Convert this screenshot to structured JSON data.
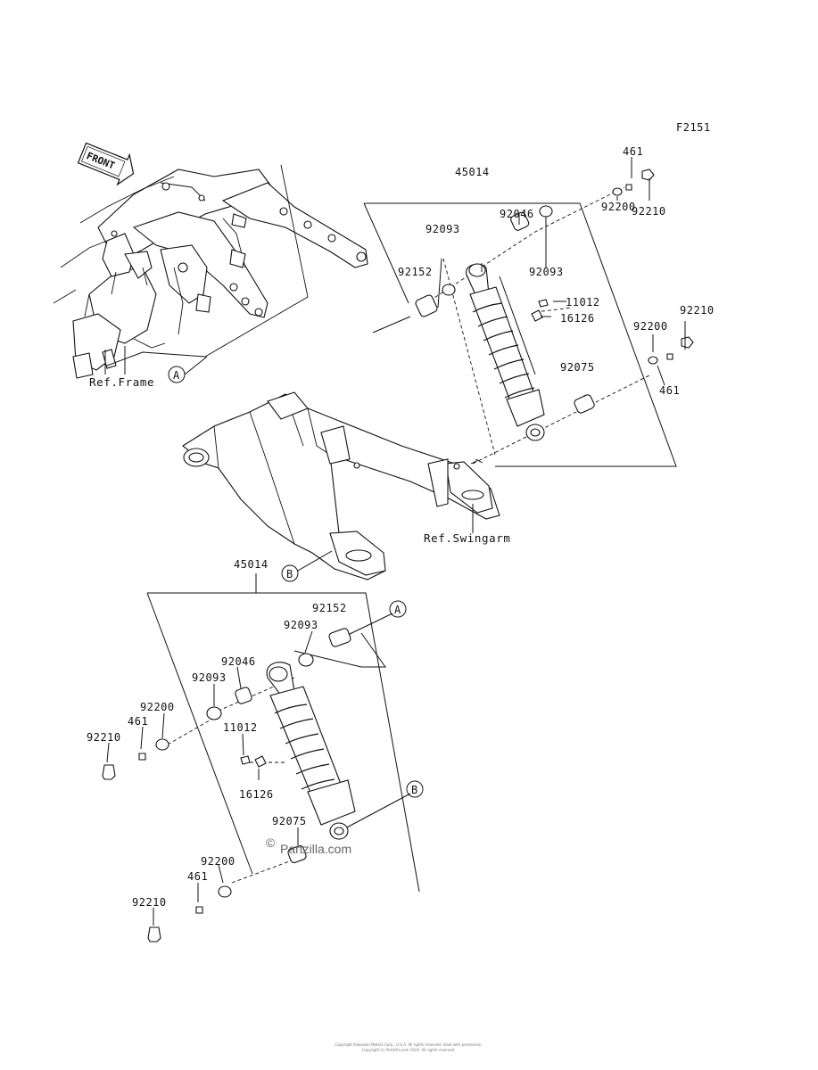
{
  "figure_code": "F2151",
  "front_label": "FRONT",
  "ref_frame": "Ref.Frame",
  "ref_swingarm": "Ref.Swingarm",
  "callout_a": "A",
  "callout_b": "B",
  "watermark": "Partzilla.com",
  "watermark_symbol": "©",
  "footer_line1": "Copyright Kawasaki Motors Corp., U.S.A. All rights reserved. Used with permission.",
  "footer_line2": "Copyright (c) Partzilla.com 2024. All rights reserved.",
  "upper_assembly": {
    "assembly": "45014",
    "p461_a": "461",
    "p92210_a": "92210",
    "p92200_a": "92200",
    "p92046": "92046",
    "p92093_a": "92093",
    "p92093_b": "92093",
    "p92152": "92152",
    "p11012": "11012",
    "p16126": "16126",
    "p92210_b": "92210",
    "p92200_b": "92200",
    "p92075": "92075",
    "p461_b": "461"
  },
  "lower_assembly": {
    "assembly": "45014",
    "p92152": "92152",
    "p92093_a": "92093",
    "p92046": "92046",
    "p92093_b": "92093",
    "p92200_a": "92200",
    "p461_a": "461",
    "p92210_a": "92210",
    "p11012": "11012",
    "p16126": "16126",
    "p92075": "92075",
    "p92200_b": "92200",
    "p461_b": "461",
    "p92210_b": "92210"
  }
}
